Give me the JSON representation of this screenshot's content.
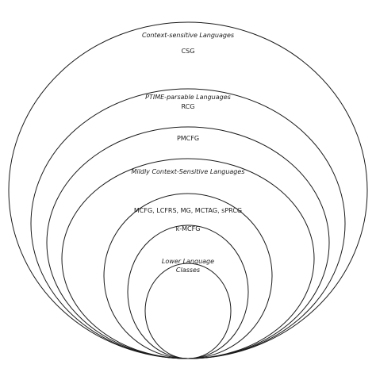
{
  "labels": {
    "context_sensitive": "Context-sensitive Languages",
    "csg": "CSG",
    "ptime": "PTIME-parsable Languages",
    "rcg": "RCG",
    "pmcfg": "PMCFG",
    "mildly": "Mildly Context-Sensitive Languages",
    "formalisms": "MCFG, LCFRS, MG, MCTAG, sPRCG",
    "kmcfg": "k-MCFG",
    "lower_line1": "Lower Language",
    "lower_line2": "Classes"
  }
}
